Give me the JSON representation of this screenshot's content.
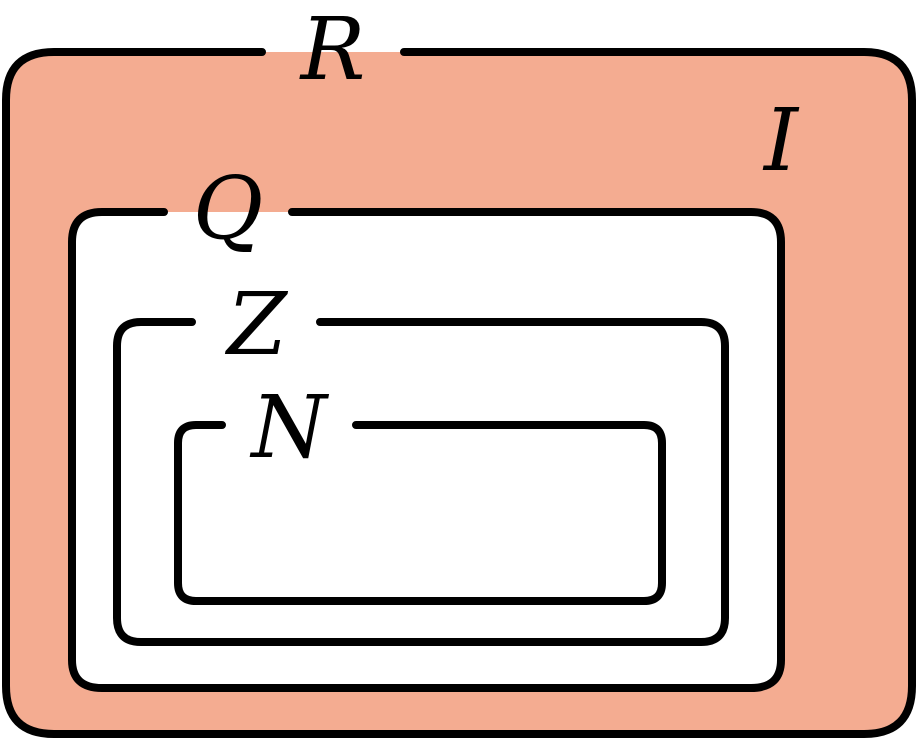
{
  "colors": {
    "irrationals_fill": "#F4AC91",
    "rationals_fill": "#FFFFFF",
    "stroke": "#000000"
  },
  "sets": {
    "reals": {
      "label": "R"
    },
    "irrationals": {
      "label": "I"
    },
    "rationals": {
      "label": "Q"
    },
    "integers": {
      "label": "Z"
    },
    "naturals": {
      "label": "N"
    }
  }
}
